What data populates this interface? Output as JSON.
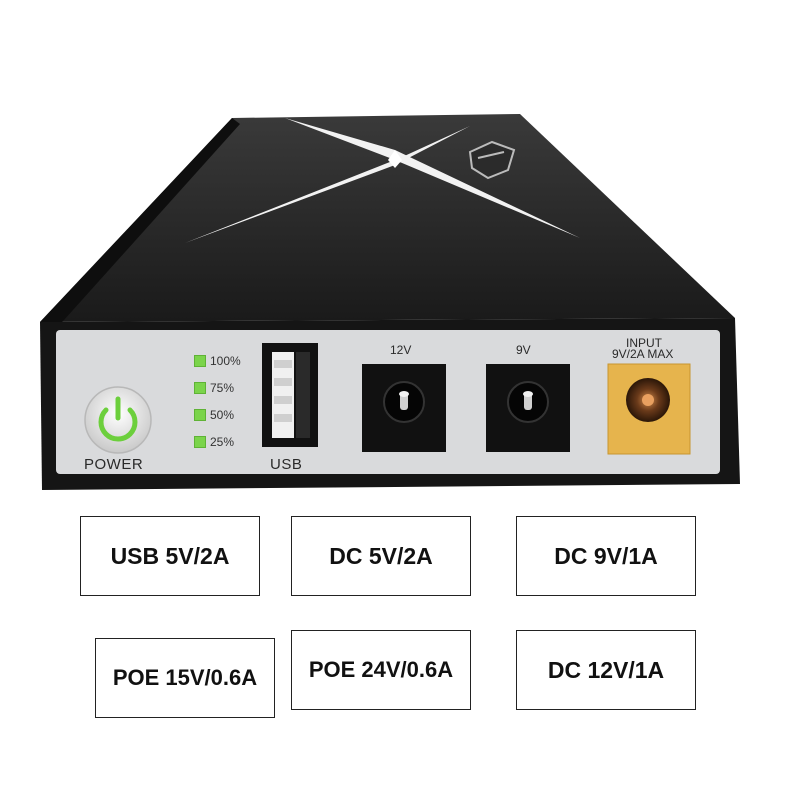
{
  "device": {
    "power_label": "POWER",
    "usb_label": "USB",
    "battery_levels": [
      "100%",
      "75%",
      "50%",
      "25%"
    ],
    "port_12v_label": "12V",
    "port_9v_label": "9V",
    "input_label_line1": "INPUT",
    "input_label_line2": "9V/2A MAX",
    "colors": {
      "body": "#1c1c1c",
      "panel": "#d9dadc",
      "led_green": "#7bd44b",
      "power_ring": "#6ccf3c",
      "input_port": "#e6b44d"
    },
    "icons": [
      "power-icon",
      "brand-shield-logo",
      "x-stripe-logo"
    ]
  },
  "specs": [
    {
      "label": "USB 5V/2A"
    },
    {
      "label": "DC 5V/2A"
    },
    {
      "label": "DC 9V/1A"
    },
    {
      "label": "POE 15V/0.6A"
    },
    {
      "label": "POE 24V/0.6A"
    },
    {
      "label": "DC 12V/1A"
    }
  ]
}
